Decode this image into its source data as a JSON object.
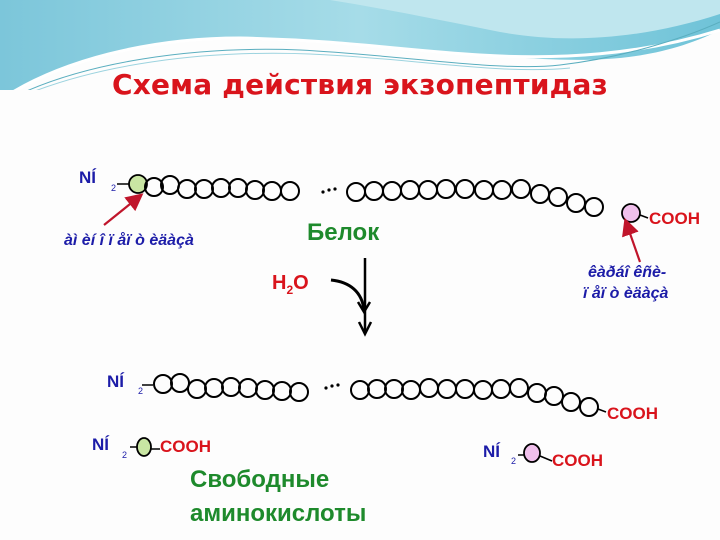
{
  "title": "Схема действия экзопептидаз",
  "colors": {
    "title": "#d9141c",
    "n_terminus_label": "#1c1ca8",
    "c_terminus_label": "#d9141c",
    "green_text": "#1e8a2c",
    "n_terminal_residue": "#c9e6a3",
    "c_terminal_residue": "#f0c0ec",
    "arrow": "#c0152b",
    "header_wave_light": "#bde6ee",
    "header_wave_dark": "#46b7cf"
  },
  "protein": {
    "n_terminus": {
      "label": "NÍ",
      "subscript": "2"
    },
    "c_terminus": {
      "label": "COOH"
    },
    "ellipsis": "...",
    "name": "Белок"
  },
  "aminopeptidase_label": "àì èí î ï åï ò èäàçà",
  "carboxypeptidase_label": {
    "line1": "êàðáî êñè-",
    "line2": "ï åï ò èäàçà"
  },
  "water": {
    "label": "H",
    "subscript": "2",
    "suffix": "O"
  },
  "product_chain": {
    "n_terminus": {
      "label": "NÍ",
      "subscript": "2"
    },
    "c_terminus": {
      "label": "COOH"
    },
    "ellipsis": "..."
  },
  "free_amino_acid_left": {
    "n_label": "NÍ",
    "subscript": "2",
    "c_label": "COOH"
  },
  "free_amino_acid_right": {
    "n_label": "NÍ",
    "subscript": "2",
    "c_label": "COOH"
  },
  "free_amino_acids_caption": {
    "line1": "Свободные",
    "line2": "аминокислоты"
  }
}
